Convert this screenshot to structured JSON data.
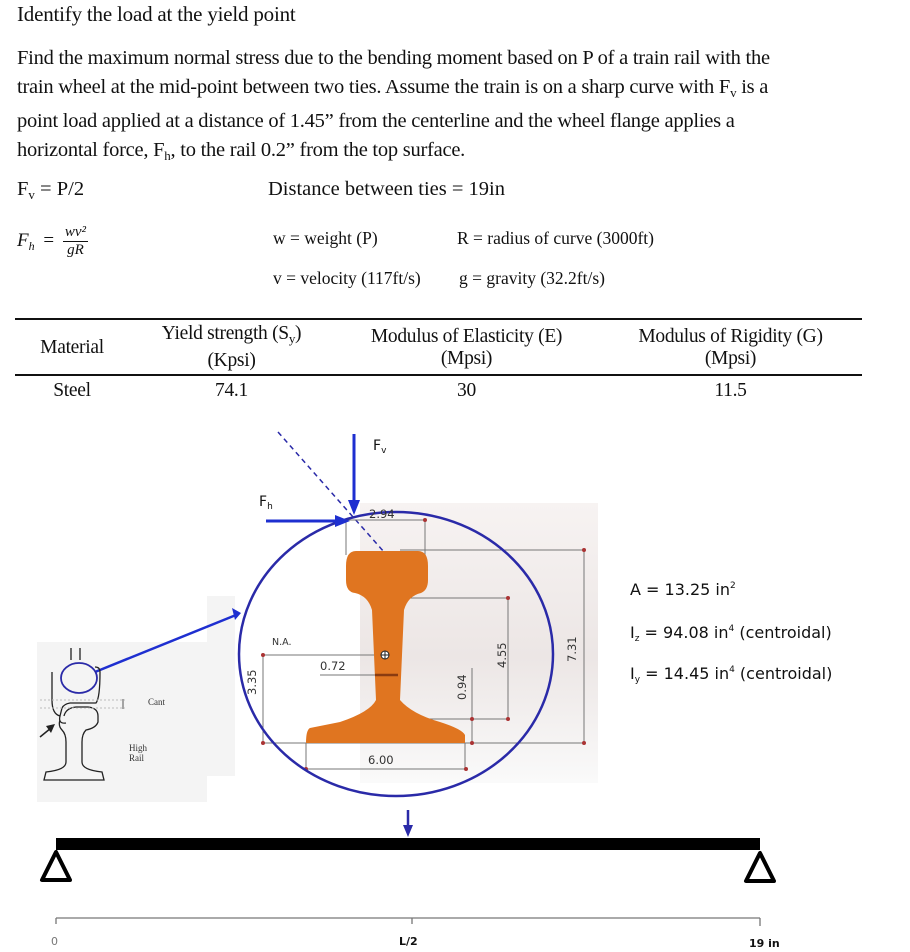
{
  "header": {
    "title": "Identify the load at the yield point"
  },
  "problem": {
    "line1": "Find the maximum normal stress due to the bending moment based on P of a train rail with the",
    "line2_pre": "train wheel at the mid-point between two ties. Assume the train is on a sharp curve with F",
    "line2_sub": "v",
    "line2_post": " is a",
    "line3": "point load applied at a distance of 1.45” from the centerline and the wheel flange applies a",
    "line4_pre": "horizontal force, F",
    "line4_sub": "h",
    "line4_post": ", to the rail 0.2” from the top surface."
  },
  "equations": {
    "fv_lhs": "F",
    "fv_sub": "v",
    "fv_rhs": "= P/2",
    "ties": "Distance between ties = 19in",
    "fh_lhs": "F",
    "fh_sub": "h",
    "fh_eq": "=",
    "fh_num": "wv²",
    "fh_den": "gR",
    "w_def": "w = weight (P)",
    "r_def": "R = radius of curve (3000ft)",
    "v_def": "v = velocity (117ft/s)",
    "g_def": "g = gravity (32.2ft/s)"
  },
  "material_table": {
    "headers": [
      {
        "line1": "Material",
        "line2": ""
      },
      {
        "line1": "Yield strength (S",
        "sub": "y",
        "line1_end": ")",
        "line2": "(Kpsi)"
      },
      {
        "line1": "Modulus  of Elasticity  (E)",
        "line2": "(Mpsi)"
      },
      {
        "line1": "Modulus  of Rigidity  (G)",
        "line2": "(Mpsi)"
      }
    ],
    "rows": [
      [
        "Steel",
        "74.1",
        "30",
        "11.5"
      ]
    ]
  },
  "rail_section": {
    "force_v_label": "F",
    "force_v_sub": "v",
    "force_h_label": "F",
    "force_h_sub": "h",
    "dim_head_offset": "2.94",
    "dim_na_label": "N.A.",
    "dim_web": "0.72",
    "dim_na_height": "3.35",
    "dim_base_thick": "0.94",
    "dim_web_height": "4.55",
    "dim_total_height": "7.31",
    "dim_base_width": "6.00",
    "rail_color": "#e07520",
    "circle_color": "#2a2aa8"
  },
  "cant_diagram": {
    "cant_label": "Cant",
    "rail_label_1": "High",
    "rail_label_2": "Rail"
  },
  "section_properties": {
    "area_pre": "A = 13.25 in",
    "area_sup": "2",
    "iz_pre": "I",
    "iz_sub": "z",
    "iz_mid": " = 94.08 in",
    "iz_sup": "4",
    "iz_post": " (centroidal)",
    "iy_pre": "I",
    "iy_sub": "y",
    "iy_mid": " = 14.45 in",
    "iy_sup": "4",
    "iy_post": " (centroidal)"
  },
  "beam": {
    "axis_start": "0",
    "axis_mid": "L/2",
    "axis_end": "19 in",
    "load_color": "#2a2aa8"
  }
}
